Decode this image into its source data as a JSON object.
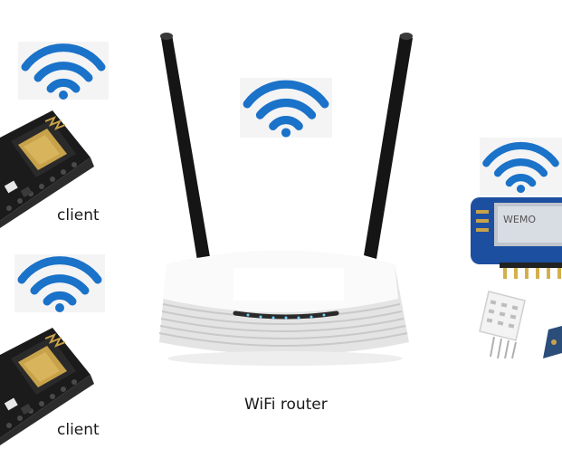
{
  "labels": {
    "client_top": "client",
    "client_bottom": "client",
    "router": "WiFi router"
  },
  "icons": {
    "wifi": "wifi-icon",
    "board": "esp8266-board",
    "sensor": "dht22-sensor",
    "router": "wifi-router"
  },
  "colors": {
    "wifi_blue": "#1a72c9",
    "board_black": "#1b1b1b",
    "chip_gold": "#c8a24a",
    "router_white": "#f2f2f2",
    "antenna_black": "#151515",
    "wemos_blue": "#1d4fa0"
  }
}
